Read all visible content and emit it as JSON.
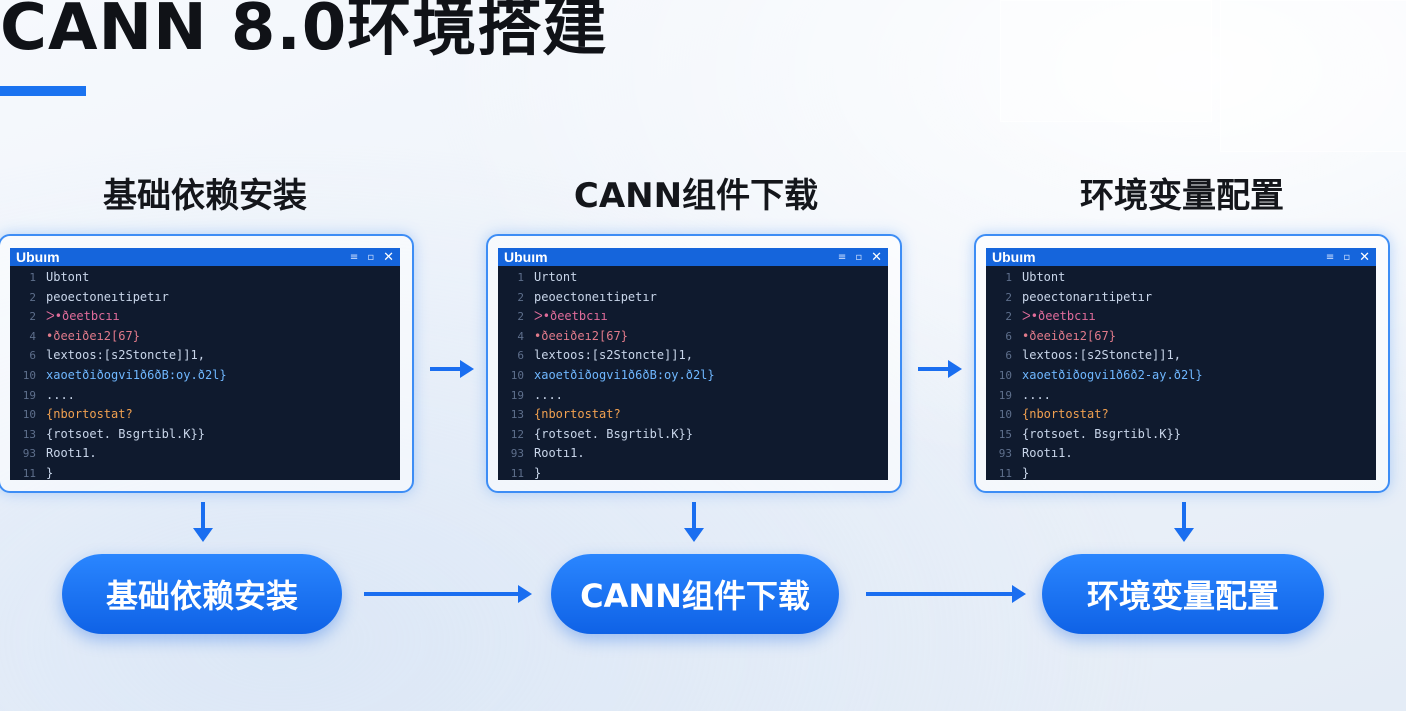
{
  "page": {
    "title": "CANN 8.0环境搭建",
    "accent_color": "#1a73f0"
  },
  "steps": [
    {
      "heading": "基础依赖安装",
      "pill_label": "基础依赖安装",
      "window_title": "Ubuım",
      "controls": {
        "minimize": "≡",
        "maximize": "▫",
        "close": "✕"
      },
      "lines": [
        {
          "n": "1",
          "t": "Ubtont"
        },
        {
          "n": "2",
          "t": "peoectoneıtipetır"
        },
        {
          "n": "2",
          "t": "ᐳ•ðeetbcıı"
        },
        {
          "n": "4",
          "t": "•ðeeiðeı2[67}"
        },
        {
          "n": "6",
          "t": "  lextoos:[s2Stoncte]]1,"
        },
        {
          "n": "10",
          "t": "     xaoetðiðogvi1ð6ðB:oy.ð2l}"
        },
        {
          "n": "19",
          "t": "        ...."
        },
        {
          "n": "10",
          "t": "   {nbortostat?"
        },
        {
          "n": "13",
          "t": "   {rotsoet. Bsgrtibl.K}}"
        },
        {
          "n": "93",
          "t": "   Rootı1."
        },
        {
          "n": "11",
          "t": "  }"
        }
      ]
    },
    {
      "heading": "CANN组件下载",
      "pill_label": "CANN组件下载",
      "window_title": "Ubuım",
      "controls": {
        "minimize": "≡",
        "maximize": "▫",
        "close": "✕"
      },
      "lines": [
        {
          "n": "1",
          "t": "Urtont"
        },
        {
          "n": "2",
          "t": "peoectoneıtipetır"
        },
        {
          "n": "2",
          "t": "ᐳ•ðeetbcıı"
        },
        {
          "n": "4",
          "t": "•ðeeiðeı2[67}"
        },
        {
          "n": "6",
          "t": "  lextoos:[s2Stoncte]]1,"
        },
        {
          "n": "10",
          "t": "     xaoetðiðogvi1ð6ðB:oy.ð2l}"
        },
        {
          "n": "19",
          "t": "        ...."
        },
        {
          "n": "13",
          "t": "   {nbortostat?"
        },
        {
          "n": "12",
          "t": "   {rotsoet. Bsgrtibl.K}}"
        },
        {
          "n": "93",
          "t": "   Rootı1."
        },
        {
          "n": "11",
          "t": "  }"
        }
      ]
    },
    {
      "heading": "环境变量配置",
      "pill_label": "环境变量配置",
      "window_title": "Ubuım",
      "controls": {
        "minimize": "≡",
        "maximize": "▫",
        "close": "✕"
      },
      "lines": [
        {
          "n": "1",
          "t": "Ubtont"
        },
        {
          "n": "2",
          "t": "peoectonarıtipetır"
        },
        {
          "n": "2",
          "t": "ᐳ•ðeetbcıı"
        },
        {
          "n": "6",
          "t": "•ðeeiðeı2[67}"
        },
        {
          "n": "6",
          "t": "  lextoos:[s2Stoncte]]1,"
        },
        {
          "n": "10",
          "t": "     xaoetðiðogvi1ð6ð2-ay.ð2l}"
        },
        {
          "n": "19",
          "t": "        ...."
        },
        {
          "n": "10",
          "t": "   {nbortostat?"
        },
        {
          "n": "15",
          "t": "   {rotsoet. Bsgrtibl.K}}"
        },
        {
          "n": "93",
          "t": "   Rootı1."
        },
        {
          "n": "11",
          "t": "  }"
        }
      ]
    }
  ]
}
